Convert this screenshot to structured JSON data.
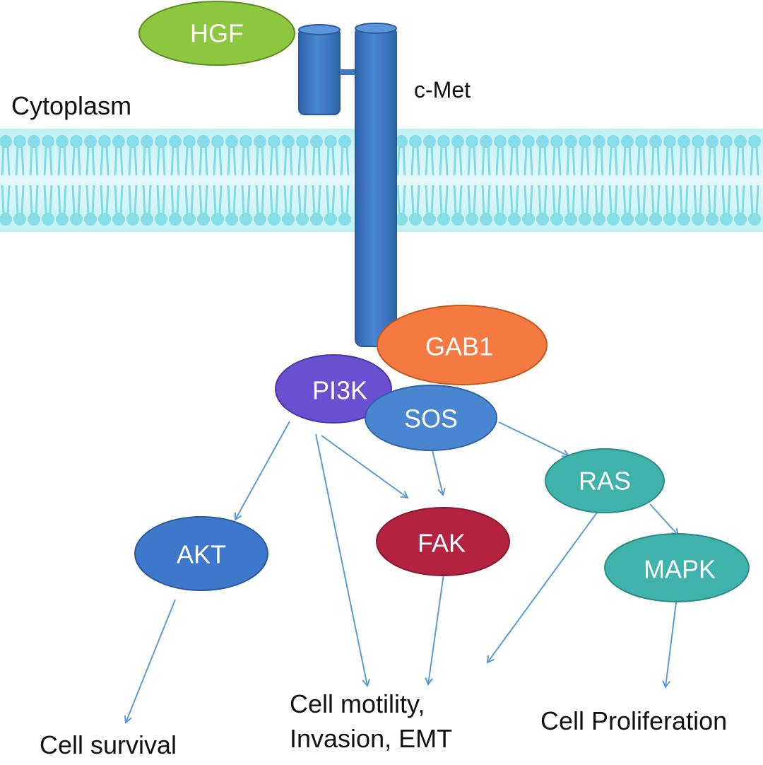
{
  "labels": {
    "cytoplasm": "Cytoplasm",
    "receptor": "c-Met"
  },
  "nodes": {
    "hgf": "HGF",
    "gab1": "GAB1",
    "pi3k": "PI3K",
    "sos": "SOS",
    "ras": "RAS",
    "akt": "AKT",
    "fak": "FAK",
    "mapk": "MAPK"
  },
  "outcomes": {
    "survival": "Cell survival",
    "motility_line1": "Cell motility,",
    "motility_line2": "Invasion, EMT",
    "proliferation": "Cell Proliferation"
  },
  "colors": {
    "hgf": "#8dc63f",
    "gab1": "#f47a42",
    "pi3k": "#6a4fd0",
    "sos": "#4a86d0",
    "ras": "#3fb3ab",
    "akt": "#3e78cc",
    "fak": "#b3233f",
    "mapk": "#3fb3ab",
    "receptor": "#3f79c4",
    "membrane": "#7fdce6",
    "arrow": "#5b9bd5"
  }
}
